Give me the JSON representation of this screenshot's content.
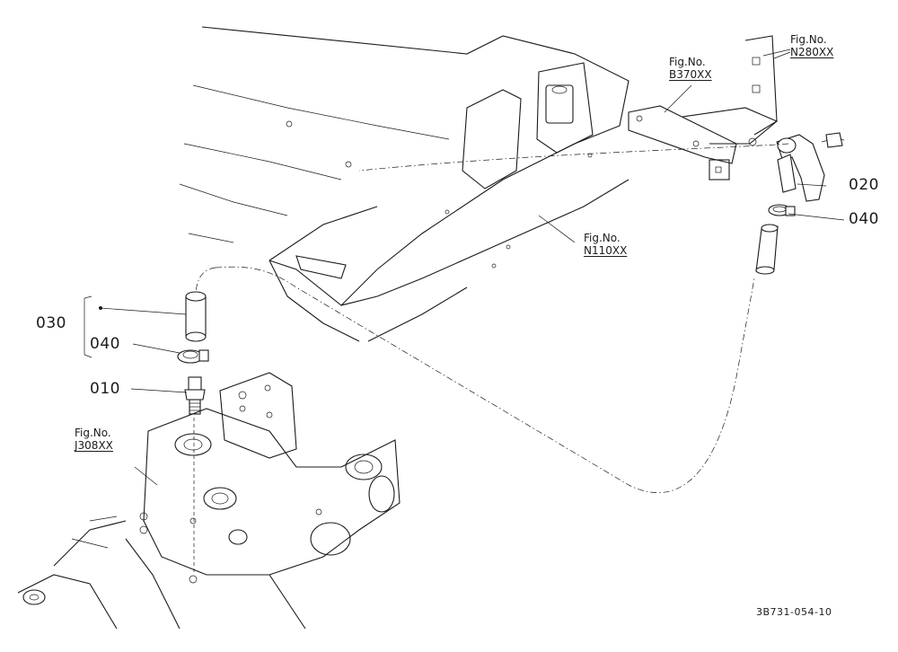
{
  "labels": {
    "p020": "020",
    "p040_right": "040",
    "p030": "030",
    "p040_left": "040",
    "p010": "010"
  },
  "refs": {
    "n280": {
      "prefix": "Fig.No.",
      "number": "N280XX"
    },
    "b370": {
      "prefix": "Fig.No.",
      "number": "B370XX"
    },
    "n110": {
      "prefix": "Fig.No.",
      "number": "N110XX"
    },
    "j308": {
      "prefix": "Fig.No.",
      "number": "J308XX"
    }
  },
  "drawing_code": "3B731-054-10"
}
